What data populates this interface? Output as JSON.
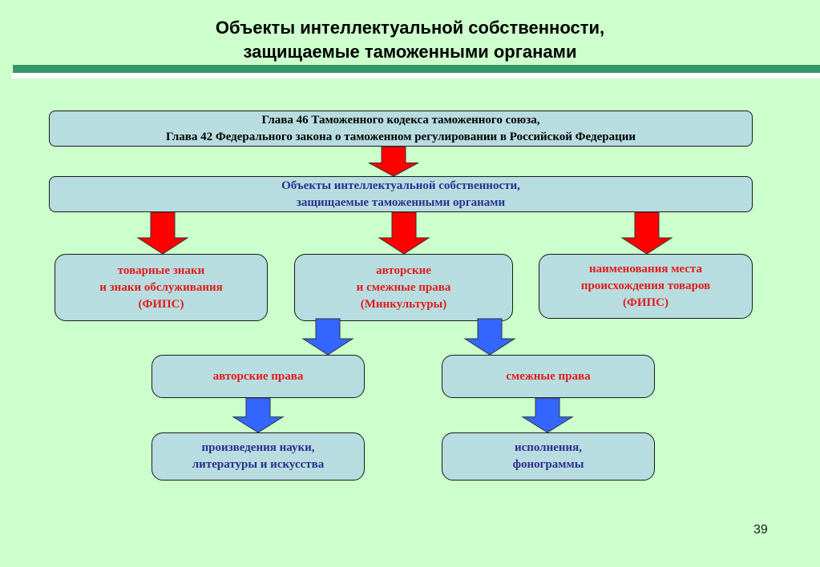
{
  "slide": {
    "title_lines": [
      "Объекты интеллектуальной собственности,",
      "защищаемые таможенными органами"
    ],
    "page_number": "39"
  },
  "colors": {
    "background": "#ccffcc",
    "box_fill": "#b7dde0",
    "accent_bar": "#339966",
    "red_text": "#e31b1b",
    "blue_text": "#2b2f8f",
    "red_arrow": "#ff0000",
    "blue_arrow": "#3366ff"
  },
  "diagram": {
    "source": [
      "Глава 46 Таможенного кодекса таможенного союза,",
      "Глава 42 Федерального закона о таможенном регулировании в Российской Федерации"
    ],
    "objects": [
      "Объекты интеллектуальной собственности,",
      "защищаемые таможенными органами"
    ],
    "categories": [
      {
        "lines": [
          "товарные знаки",
          "и знаки обслуживания",
          "(ФИПС)"
        ]
      },
      {
        "lines": [
          "авторские",
          "и смежные права",
          "(Минкультуры)"
        ]
      },
      {
        "lines": [
          "наименования места",
          "происхождения товаров",
          "(ФИПС)"
        ]
      }
    ],
    "rights": [
      {
        "label": "авторские права",
        "items": [
          "произведения науки,",
          "литературы и искусства"
        ]
      },
      {
        "label": "смежные права",
        "items": [
          "исполнения,",
          "фонограммы"
        ]
      }
    ]
  }
}
